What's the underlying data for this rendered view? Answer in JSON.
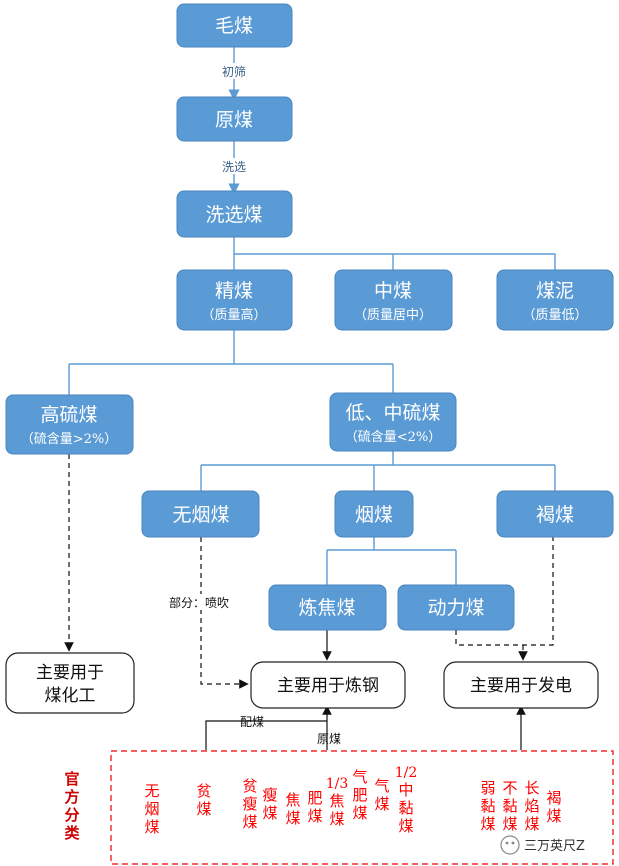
{
  "nodes": {
    "maomei": "毛煤",
    "yuanmei": "原煤",
    "xixuanmei": "洗选煤",
    "jingmei": "精煤",
    "jingmei_sub": "（质量高）",
    "zhongmei": "中煤",
    "zhongmei_sub": "（质量居中）",
    "meini": "煤泥",
    "meini_sub": "（质量低）",
    "gaoliu": "高硫煤",
    "gaoliu_sub": "（硫含量>2%）",
    "dizhongliu": "低、中硫煤",
    "dizhongliu_sub": "（硫含量<2%）",
    "wuyanmei": "无烟煤",
    "yanmei": "烟煤",
    "hemei": "褐煤",
    "lianjiaomei": "炼焦煤",
    "donglimei": "动力煤",
    "coal_chem_1": "主要用于",
    "coal_chem_2": "煤化工",
    "steel": "主要用于炼钢",
    "power": "主要用于发电"
  },
  "edge_labels": {
    "chushai": "初筛",
    "xixuan": "洗选",
    "bufen": "部分：喷吹",
    "peimei": "配煤",
    "yuanmei": "原煤"
  },
  "official": {
    "title": "官方分类",
    "items": [
      "无烟煤",
      "贫煤",
      "贫瘦煤",
      "瘦煤",
      "焦煤",
      "肥煤",
      "1/3焦煤",
      "气肥煤",
      "气煤",
      "1/2中黏煤",
      "弱黏煤",
      "不黏煤",
      "长焰煤",
      "褐煤"
    ]
  },
  "watermark": "三万英尺Z",
  "colors": {
    "box_fill": "#5b9bd5",
    "line": "#5b9bd5",
    "official_red": "#ff0000"
  }
}
